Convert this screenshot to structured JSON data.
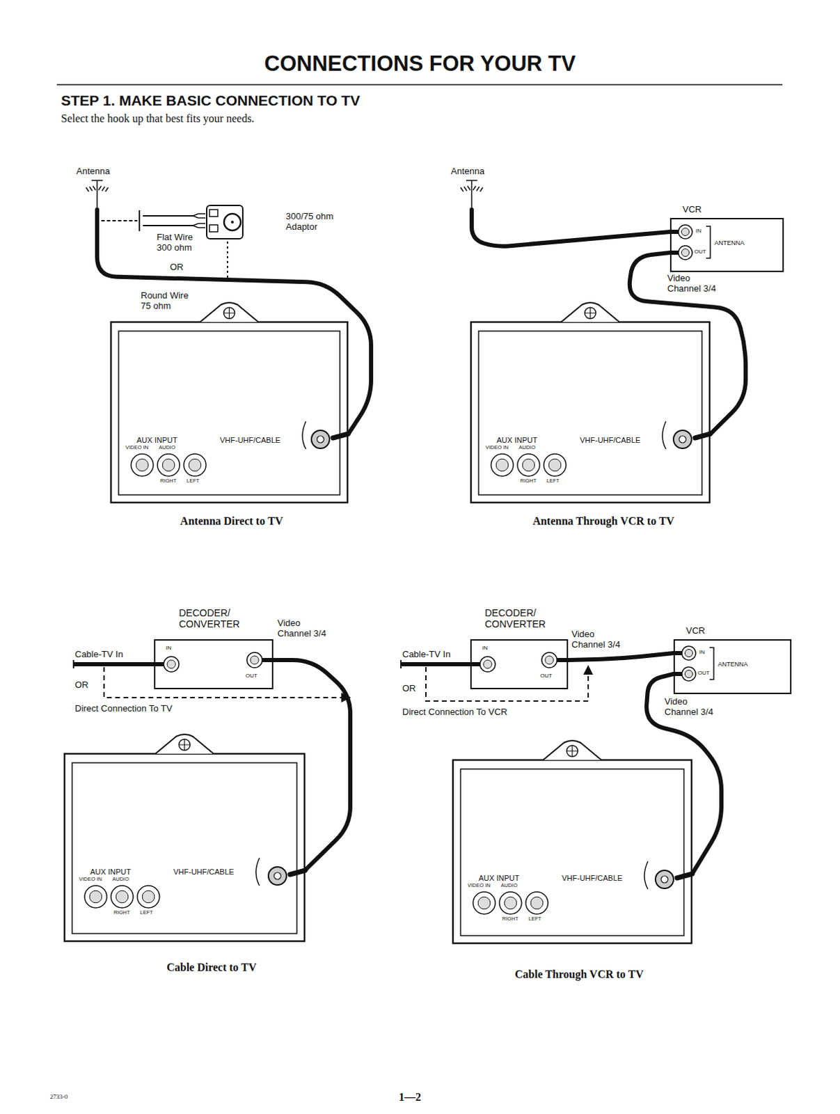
{
  "diagram": {
    "title": "CONNECTIONS FOR YOUR TV",
    "nodes": [
      {
        "text": [
          "Antenna"
        ]
      },
      {
        "text": [
          "Antenna"
        ]
      },
      {
        "text": [
          "VCR",
          "IN",
          "OUT",
          "ANTENNA"
        ]
      },
      {
        "text": [
          "AUX INPUT",
          "VIDEO IN",
          "AUDIO",
          "RIGHT",
          "LEFT",
          "VHF-UHF/CABLE"
        ]
      },
      {
        "text": [
          "AUX INPUT",
          "VIDEO IN",
          "AUDIO",
          "RIGHT",
          "LEFT",
          "VHF-UHF/CABLE"
        ]
      },
      {
        "text": [
          "DECODER/ CONVERTER",
          "IN",
          "OUT"
        ]
      },
      {
        "text": [
          "DECODER/ CONVERTER",
          "IN",
          "OUT"
        ]
      },
      {
        "text": [
          "VCR",
          "IN",
          "OUT",
          "ANTENNA"
        ]
      },
      {
        "text": [
          "AUX INPUT",
          "VIDEO IN",
          "AUDIO",
          "RIGHT",
          "LEFT",
          "VHF-UHF/CABLE"
        ]
      },
      {
        "text": [
          "AUX INPUT",
          "VIDEO IN",
          "AUDIO",
          "RIGHT",
          "LEFT",
          "VHF-UHF/CABLE"
        ]
      }
    ],
    "edges": [
      {
        "from": 0,
        "to": 3,
        "arrow": "none"
      },
      {
        "from": 1,
        "to": 2,
        "arrow": "none"
      },
      {
        "from": 2,
        "to": 4,
        "label": "Video Channel 3/4",
        "arrow": "none"
      },
      {
        "from": 5,
        "to": 8,
        "label": "Video Channel 3/4",
        "arrow": "none"
      },
      {
        "from": 6,
        "to": 7,
        "label": "Video Channel 3/4",
        "arrow": "none"
      },
      {
        "from": 7,
        "to": 9,
        "label": "Video Channel 3/4",
        "arrow": "none"
      }
    ],
    "labels": [
      "STEP 1. MAKE BASIC CONNECTION TO TV",
      "Select the hook up that best fits your needs.",
      "Flat Wire 300 ohm",
      "300/75 ohm Adaptor",
      "OR",
      "Round Wire 75 ohm",
      "Antenna Direct to TV",
      "Antenna Through VCR to TV",
      "Cable-TV In",
      "OR",
      "Direct Connection To TV",
      "Cable-TV In",
      "OR",
      "Direct Connection To VCR",
      "Cable Direct to TV",
      "Cable Through VCR to TV",
      "2733-0",
      "1—2"
    ]
  }
}
